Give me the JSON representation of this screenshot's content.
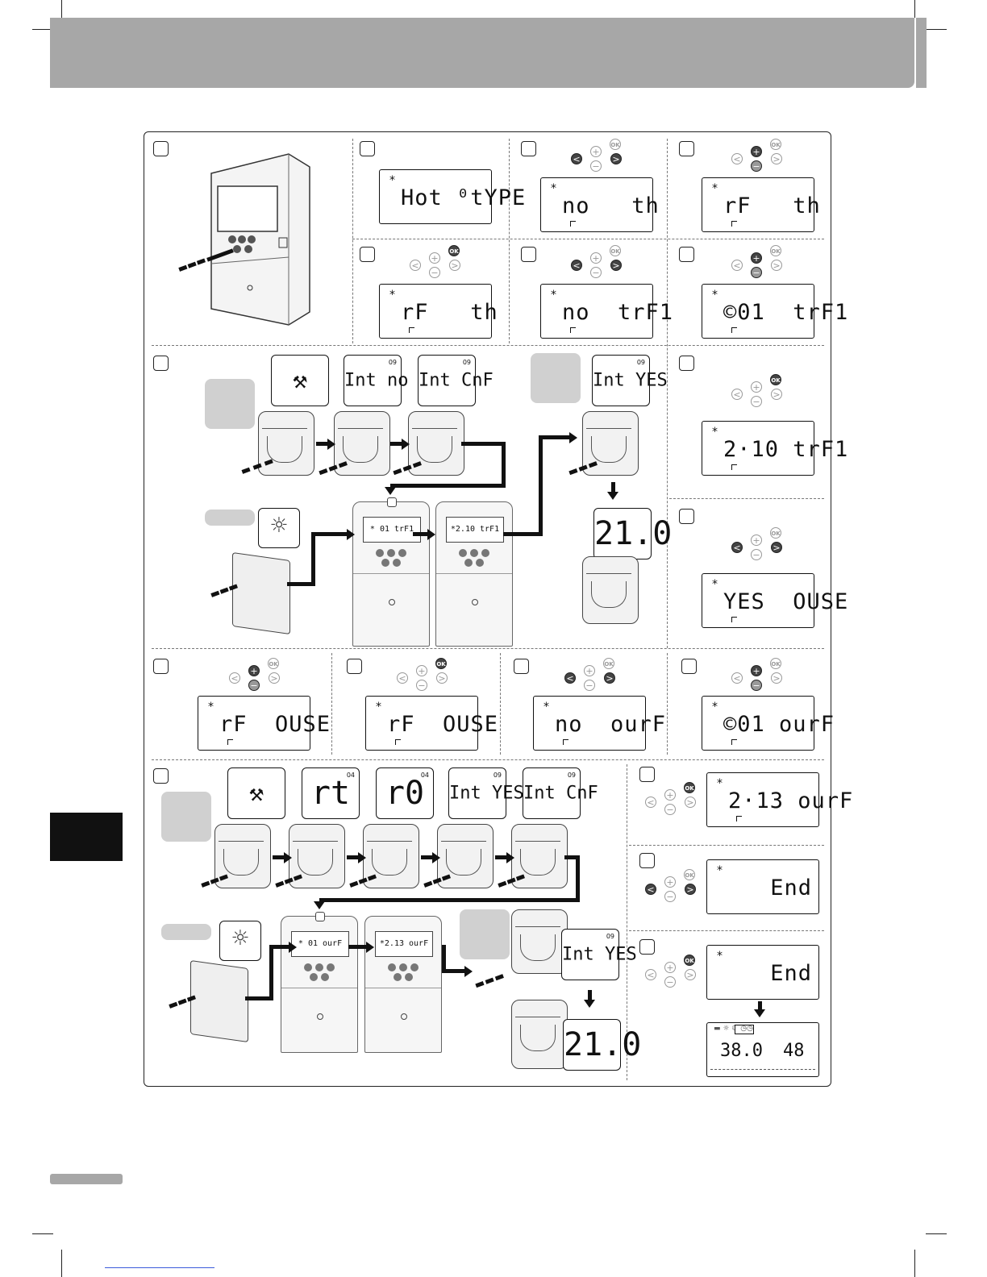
{
  "screens": {
    "hot_type": "Hot ⁰tYPE",
    "no_th": "no   th",
    "rf_th_1": "rF   th",
    "rf_th_2": "rF   th",
    "no_trf1": "no  trF1",
    "m01_trf1": "©01  trF1",
    "r210_trf1": "2·10 trF1",
    "yes_ouse": "YES  OUSE",
    "rf_ouse_1": "rF  OUSE",
    "rf_ouse_2": "rF  OUSE",
    "no_ourf": "no  ourF",
    "m01_ourf": "©01 ourF",
    "r213_ourf": "2·13 ourF",
    "end_1": "End",
    "end_2": "End"
  },
  "lcd_star": "*",
  "bubbles": {
    "tools_1": "⚒",
    "int_no": "Int no",
    "int_cnf_1": "Int CnF",
    "int_yes_1": "Int YES",
    "temp_1": "21.0",
    "tools_2": "⚒",
    "rt": "rt",
    "r0": "r0",
    "int_yes_2": "Int YES",
    "int_cnf_2": "Int CnF",
    "int_yes_3": "Int YES",
    "temp_2": "21.0"
  },
  "bubble_sups": {
    "s09": "09",
    "s04": "04"
  },
  "controller_screens": {
    "c1": "* 01 trF1",
    "c2": "*2.10 trF1",
    "c3": "* 01 ourF",
    "c4": "*2.13 ourF"
  },
  "keys": {
    "plus": "+",
    "minus": "−",
    "left": "<",
    "right": ">",
    "ok": "OK"
  },
  "status": {
    "icons": "▬ ☼   ☾   ◷◷",
    "value_1": "38.0",
    "value_2": "48"
  },
  "sun_icon": "☼"
}
